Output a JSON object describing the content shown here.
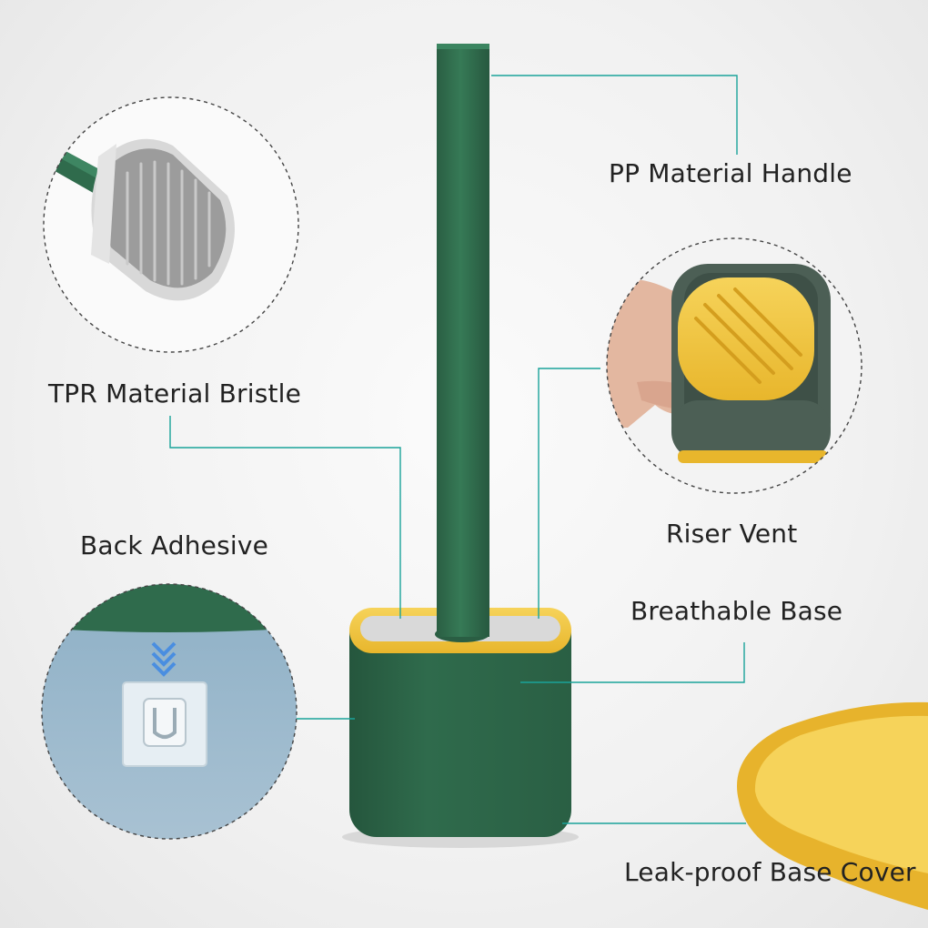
{
  "labels": {
    "handle": "PP Material Handle",
    "bristle": "TPR Material Bristle",
    "riser": "Riser Vent",
    "adhesive": "Back Adhesive",
    "base": "Breathable Base",
    "cover": "Leak-proof Base Cover"
  },
  "colors": {
    "product_green": "#2f6b4c",
    "product_yellow": "#f2c43c",
    "leader_line": "#1aa39a",
    "circle_border": "#444444"
  },
  "callouts": [
    {
      "name": "bristle-closeup",
      "depicts": "silicone brush head"
    },
    {
      "name": "riser-vent-closeup",
      "depicts": "hand lifting yellow inner vent"
    },
    {
      "name": "adhesive-closeup",
      "depicts": "wall adhesive hook"
    }
  ]
}
